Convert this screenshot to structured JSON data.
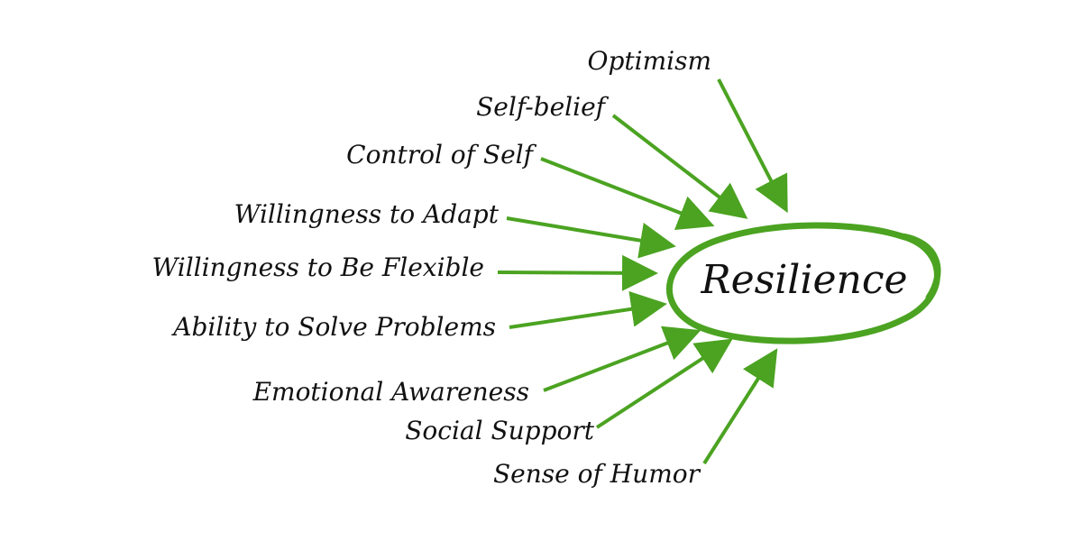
{
  "diagram": {
    "center": {
      "label": "Resilience"
    },
    "factors": [
      {
        "label": "Optimism"
      },
      {
        "label": "Self-belief"
      },
      {
        "label": "Control of Self"
      },
      {
        "label": "Willingness to Adapt"
      },
      {
        "label": "Willingness to Be Flexible"
      },
      {
        "label": "Ability to Solve Problems"
      },
      {
        "label": "Emotional Awareness"
      },
      {
        "label": "Social Support"
      },
      {
        "label": "Sense of Humor"
      }
    ]
  },
  "colors": {
    "arrow": "#4ba321",
    "ellipse": "#4ba321",
    "text": "#111111",
    "background": "#ffffff"
  }
}
